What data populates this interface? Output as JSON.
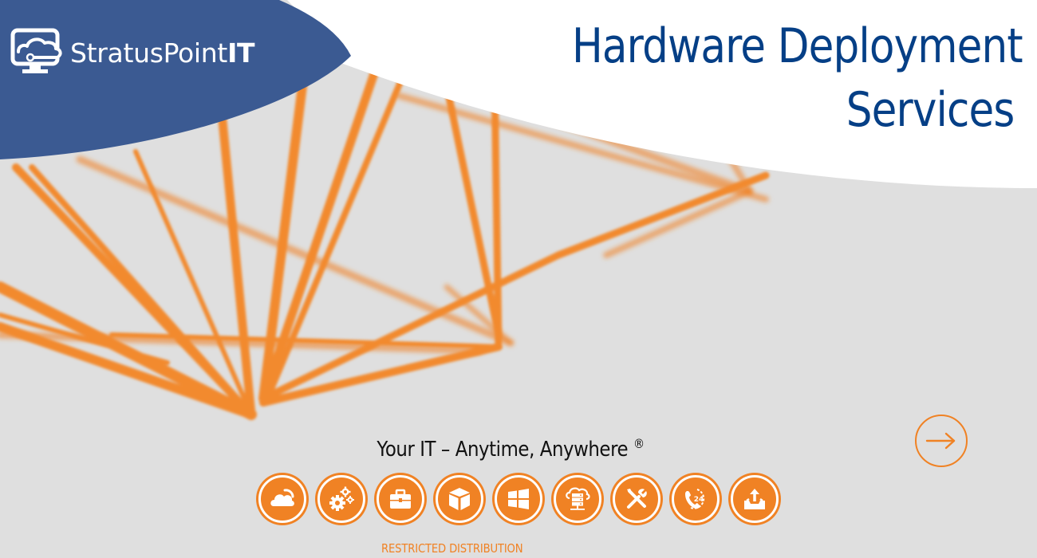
{
  "brand": {
    "name_regular": "StratusPoint",
    "name_bold": "IT",
    "logo_icon": "monitor-cloud-icon"
  },
  "header": {
    "title_line1": "Hardware Deployment",
    "title_line2": "Services"
  },
  "footer": {
    "tagline": "Your IT – Anytime, Anywhere",
    "tagline_mark": "®",
    "classification": "RESTRICTED DISTRIBUTION"
  },
  "service_icons": [
    {
      "name": "cloud-icon",
      "label": "Cloud"
    },
    {
      "name": "gears-icon",
      "label": "Settings"
    },
    {
      "name": "briefcase-icon",
      "label": "Business"
    },
    {
      "name": "box-icon",
      "label": "Package"
    },
    {
      "name": "windows-icon",
      "label": "Windows"
    },
    {
      "name": "cloud-server-icon",
      "label": "Cloud Server"
    },
    {
      "name": "tools-icon",
      "label": "Tools"
    },
    {
      "name": "support-24-icon",
      "label": "24/7 Support"
    },
    {
      "name": "upload-icon",
      "label": "Upload"
    }
  ],
  "support_badge_text": "24",
  "navigation": {
    "next_icon": "arrow-right-icon"
  },
  "colors": {
    "brand_blue": "#3b5a92",
    "title_blue": "#053f86",
    "accent_orange": "#f08224",
    "background_gray": "#dfdfdf",
    "white": "#ffffff"
  }
}
